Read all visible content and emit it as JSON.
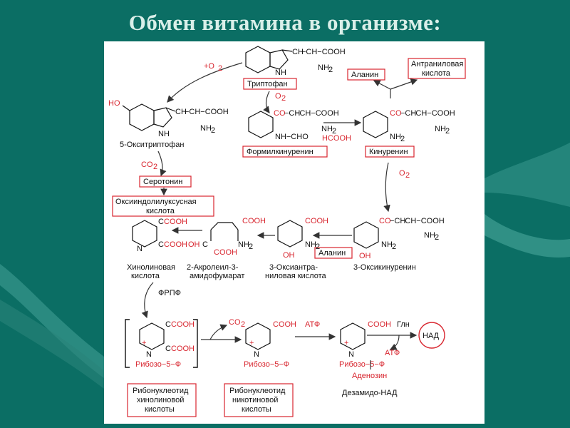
{
  "title": "Обмен витамина в организме:",
  "colors": {
    "background": "#0b6e64",
    "box_border": "#d8262f",
    "red_text": "#d8262f",
    "panel": "#ffffff"
  },
  "labels": {
    "tryptophan": "Триптофан",
    "alanine_top": "Аланин",
    "anthranilic_1": "Антраниловая",
    "anthranilic_2": "кислота",
    "o2": "O",
    "plus_o2": "+O",
    "sub2": "2",
    "ho": "HO",
    "oxytryptophan": "5-Окситриптофан",
    "co2": "CO",
    "serotonin": "Серотонин",
    "oxyindole_1": "Оксииндолилуксусная",
    "oxyindole_2": "кислота",
    "formylkynurenine": "Формилкинуренин",
    "hcooh": "HCOOH",
    "kynurenine": "Кинуренин",
    "quinolinic_1": "Хинолиновая",
    "quinolinic_2": "кислота",
    "acroleyl_1": "2-Акролеил-3-",
    "acroleyl_2": "амидофумарат",
    "oxyanthranilic_1": "3-Оксиантра-",
    "oxyanthranilic_2": "ниловая кислота",
    "alanine_mid": "Аланин",
    "oxykynurenine": "3-Оксикинуренин",
    "frpf": "ФРПФ",
    "atf": "АТФ",
    "gln": "Глн",
    "nad": "НАД",
    "adenosine": "Аденозин",
    "ribose_5f": "Рибозо−5−Ф",
    "deamido_nad": "Дезамидо-НАД",
    "ribonucleotide_quin_1": "Рибонуклеотид",
    "ribonucleotide_quin_2": "хинолиновой",
    "ribonucleotide_quin_3": "кислоты",
    "ribonucleotide_nic_1": "Рибонуклеотид",
    "ribonucleotide_nic_2": "никотиновой",
    "ribonucleotide_nic_3": "кислоты",
    "chain": "CH",
    "cooh": "COOH",
    "nh": "NH",
    "nh2": "NH",
    "co": "CO",
    "nh_cho": "NH−CHO",
    "ch_cooh": "−CH−COOH",
    "dash_ch": "−CH",
    "oh": "OH",
    "n": "N",
    "c": "C",
    "plus": "+"
  }
}
